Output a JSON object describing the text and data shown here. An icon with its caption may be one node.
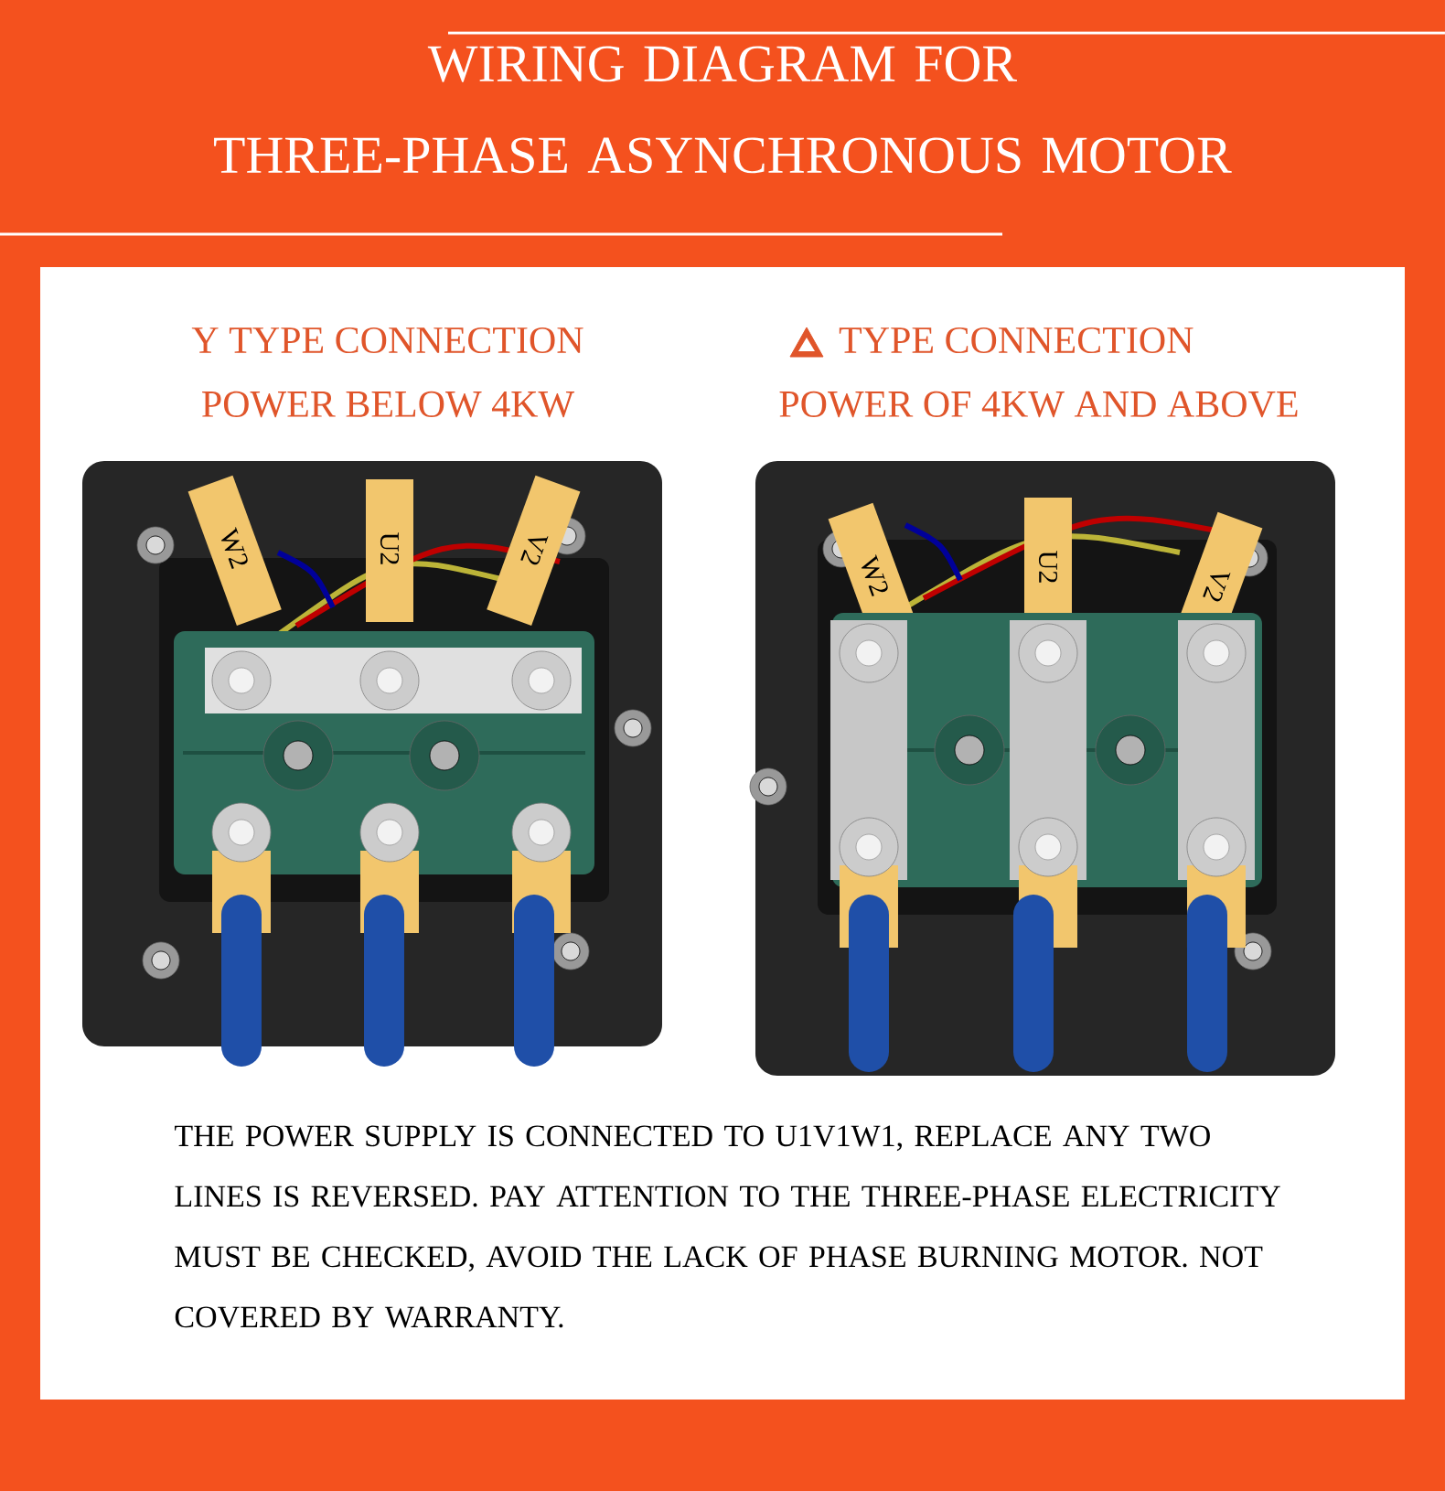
{
  "diagram": {
    "title": "WIRING DIAGRAM FOR THREE-PHASE ASYNCHRONOUS MOTOR",
    "labels": [
      "Y TYPE CONNECTION",
      "POWER BELOW 4KW",
      "TYPE CONNECTION",
      "POWER OF 4KW AND ABOVE",
      "W2",
      "U2",
      "V2",
      "W2",
      "U2",
      "V2",
      "THE POWER SUPPLY IS CONNECTED TO U1V1W1, REPLACE ANY TWO LINES IS REVERSED. PAY ATTENTION TO THE THREE-PHASE ELECTRICITY MUST BE CHECKED, AVOID THE LACK OF PHASE BURNING MOTOR. NOT COVERED BY WARRANTY."
    ]
  }
}
